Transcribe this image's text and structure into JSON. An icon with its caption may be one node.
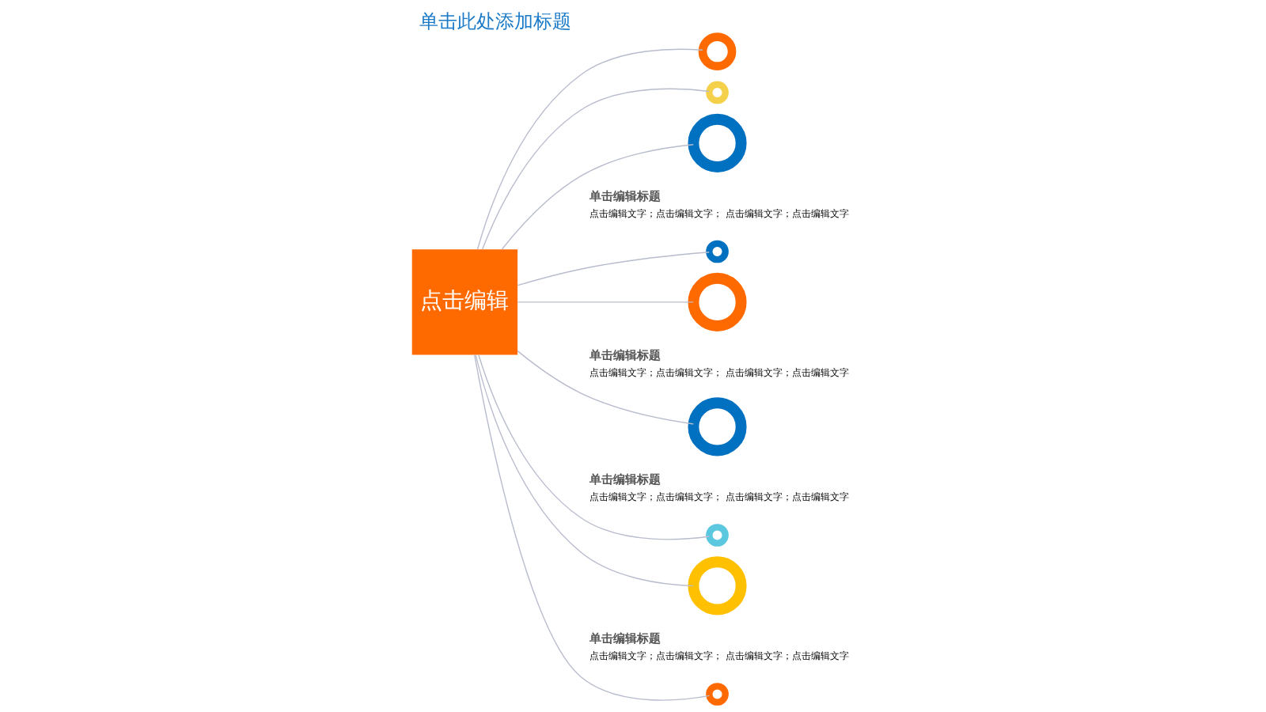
{
  "diagram": {
    "title": "单击此处添加标题",
    "nodes": [
      {
        "text": [
          "点击编辑"
        ]
      },
      {
        "text": [],
        "shape": "circle"
      },
      {
        "text": [],
        "shape": "circle"
      },
      {
        "text": [],
        "shape": "circle",
        "beside": [
          "单击编辑标题",
          "点击编辑文字；点击编辑文字； 点击编辑文字；点击编辑文字"
        ]
      },
      {
        "text": [],
        "shape": "circle"
      },
      {
        "text": [],
        "shape": "circle",
        "beside": [
          "单击编辑标题",
          "点击编辑文字；点击编辑文字； 点击编辑文字；点击编辑文字"
        ]
      },
      {
        "text": [],
        "shape": "circle",
        "beside": [
          "单击编辑标题",
          "点击编辑文字；点击编辑文字； 点击编辑文字；点击编辑文字"
        ]
      },
      {
        "text": [],
        "shape": "circle"
      },
      {
        "text": [],
        "shape": "circle",
        "beside": [
          "单击编辑标题",
          "点击编辑文字；点击编辑文字； 点击编辑文字；点击编辑文字"
        ]
      },
      {
        "text": [],
        "shape": "circle"
      }
    ],
    "edges": [
      {
        "from": 0,
        "to": 1,
        "arrow": "none"
      },
      {
        "from": 0,
        "to": 2,
        "arrow": "none"
      },
      {
        "from": 0,
        "to": 3,
        "arrow": "none"
      },
      {
        "from": 0,
        "to": 4,
        "arrow": "none"
      },
      {
        "from": 0,
        "to": 5,
        "arrow": "none"
      },
      {
        "from": 0,
        "to": 6,
        "arrow": "none"
      },
      {
        "from": 0,
        "to": 7,
        "arrow": "none"
      },
      {
        "from": 0,
        "to": 8,
        "arrow": "none"
      },
      {
        "from": 0,
        "to": 9,
        "arrow": "none"
      }
    ]
  }
}
